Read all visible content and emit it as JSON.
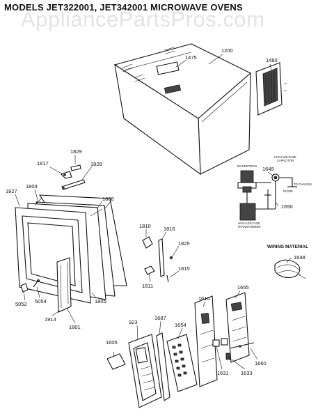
{
  "title": "MODELS JET322001, JET342001  MICROWAVE OVENS",
  "watermark": "AppliancePartsPros.com",
  "part_labels": [
    "1200",
    "1475",
    "1480",
    "1829",
    "1817",
    "1828",
    "1827",
    "1804",
    "1806",
    "1810",
    "1816",
    "1825",
    "1815",
    "1811",
    "1805",
    "5052",
    "5054",
    "1914",
    "1801",
    "923",
    "1687",
    "1654",
    "1614",
    "1655",
    "1605",
    "1631",
    "1633",
    "1660",
    "1649",
    "1650",
    "1648"
  ],
  "schematic": {
    "magnetron": "MAGNETRON",
    "capacitor": "HIGH VOLTAGE CAPACITOR",
    "diode": "DIODE",
    "to_chassis": "TO CHASSIS",
    "transformer": "HIGH VOLTAGE TRANSFORMER"
  },
  "wiring_label": "WIRING MATERIAL"
}
